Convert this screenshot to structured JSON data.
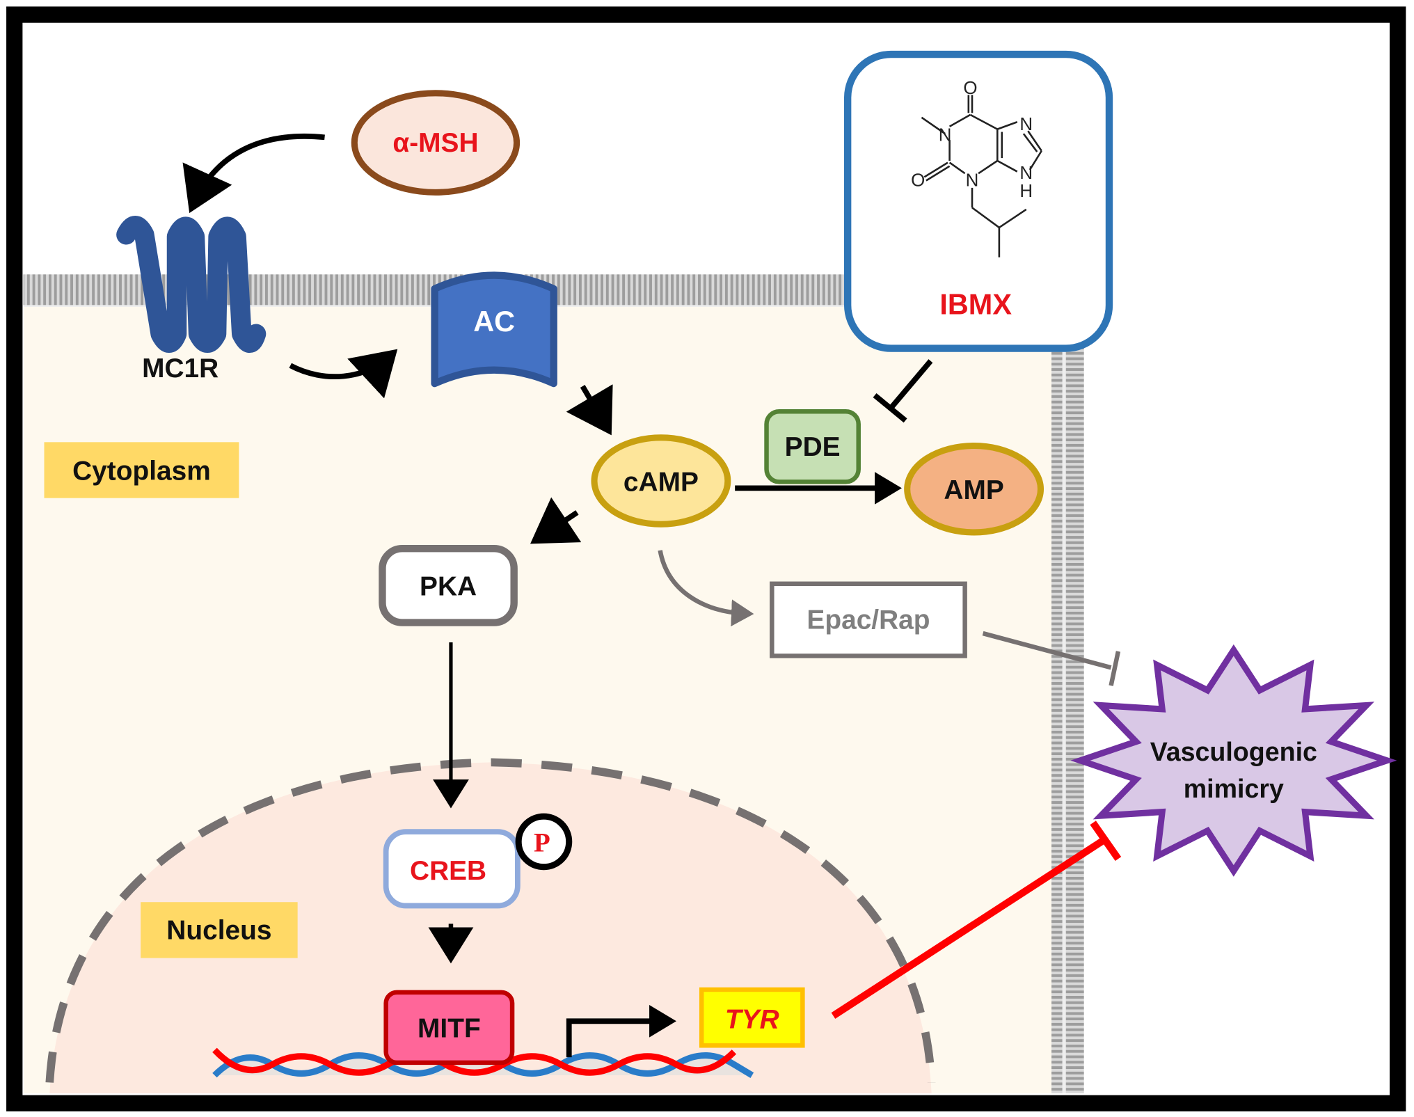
{
  "diagram": {
    "title": "cAMP signaling pathway and IBMX effect on vasculogenic mimicry",
    "ligand": {
      "label": "α-MSH",
      "text_color": "#e8141c",
      "fill": "#fbe6dc",
      "stroke": "#8a4a1c"
    },
    "receptor": {
      "label": "MC1R",
      "color": "#2f5597"
    },
    "enzyme_ac": {
      "label": "AC",
      "fill": "#4472c4",
      "stroke": "#2f5597"
    },
    "camp": {
      "label": "cAMP",
      "fill": "#fde59a",
      "stroke": "#c8a010"
    },
    "pde": {
      "label": "PDE",
      "fill": "#c6e0b4",
      "stroke": "#548235"
    },
    "amp": {
      "label": "AMP",
      "fill": "#f4b183",
      "stroke": "#c8a010"
    },
    "pka": {
      "label": "PKA",
      "stroke": "#767171"
    },
    "epac": {
      "label": "Epac/Rap",
      "text_color": "#7f7f7f",
      "stroke": "#767171"
    },
    "creb": {
      "label": "CREB",
      "text_color": "#e8141c",
      "stroke": "#8faadc"
    },
    "phospho": {
      "label": "P",
      "text_color": "#e8141c"
    },
    "mitf": {
      "label": "MITF",
      "fill": "#ff6699",
      "stroke": "#c00000"
    },
    "tyr": {
      "label": "TYR",
      "text_color": "#e8141c",
      "fill": "#ffff00",
      "stroke": "#ffc000"
    },
    "outcome": {
      "label_line1": "Vasculogenic",
      "label_line2": "mimicry",
      "fill": "#d9c8e6",
      "stroke": "#7030a0"
    },
    "drug": {
      "label": "IBMX",
      "text_color": "#e8141c",
      "box_stroke": "#2e75b6",
      "structure_atoms": [
        "O",
        "N",
        "N",
        "N",
        "H",
        "O",
        "N"
      ]
    },
    "compartments": {
      "cytoplasm": {
        "label": "Cytoplasm",
        "fill": "#ffd966"
      },
      "nucleus": {
        "label": "Nucleus",
        "fill": "#ffd966"
      }
    },
    "colors": {
      "cytoplasm_bg": "#fef9ee",
      "nucleus_bg": "#fde9df",
      "membrane": "#a6a6a6",
      "activation_arrow": "#000000",
      "inhibition_red": "#ff0000",
      "inhibition_gray": "#767171",
      "dna_strand_a": "#ff0000",
      "dna_strand_b": "#1f77c8"
    }
  }
}
